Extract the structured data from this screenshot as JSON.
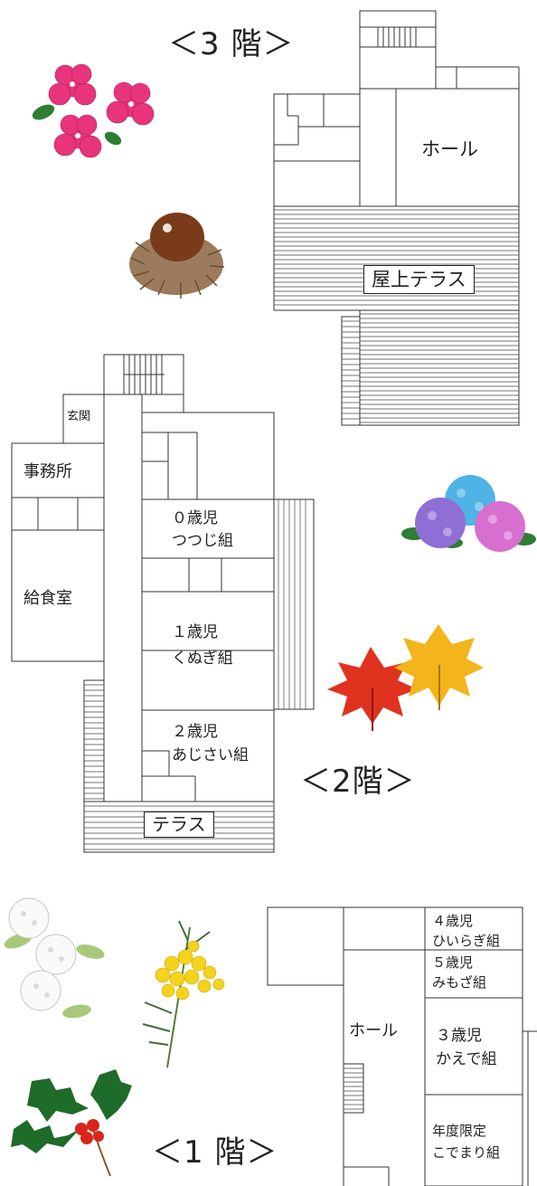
{
  "floors": {
    "floor3": {
      "title": "＜3 階＞",
      "hall": "ホール",
      "rooftop_terrace": "屋上テラス"
    },
    "floor2": {
      "title": "＜2階＞",
      "entrance": "玄関",
      "office": "事務所",
      "kitchen": "給食室",
      "room0_line1": "０歳児",
      "room0_line2": "つつじ組",
      "room1_line1": "１歳児",
      "room1_line2": "くぬぎ組",
      "room2_line1": "２歳児",
      "room2_line2": "あじさい組",
      "terrace": "テラス"
    },
    "floor1": {
      "title": "＜1 階＞",
      "hall": "ホール",
      "room4_line1": "４歳児",
      "room4_line2": "ひいらぎ組",
      "room5_line1": "５歳児",
      "room5_line2": "みもざ組",
      "room3_line1": "３歳児",
      "room3_line2": "かえで組",
      "roomY_line1": "年度限定",
      "roomY_line2": "こでまり組"
    }
  },
  "decorations": [
    "azalea-flowers",
    "chestnut",
    "hydrangea",
    "maple-leaves",
    "spirea-flowers",
    "mimosa",
    "holly"
  ],
  "colors": {
    "line": "#333333",
    "azalea": "#e8347a",
    "chestnut": "#7a3b1a",
    "hydrangea_blue": "#4fb3e6",
    "hydrangea_purple": "#8f6fd6",
    "hydrangea_pink": "#d66fd0",
    "maple_red": "#e0331f",
    "maple_yellow": "#f3b41c",
    "mimosa": "#f5d21b",
    "holly_green": "#1f6b2a",
    "holly_berry": "#d9261c"
  }
}
